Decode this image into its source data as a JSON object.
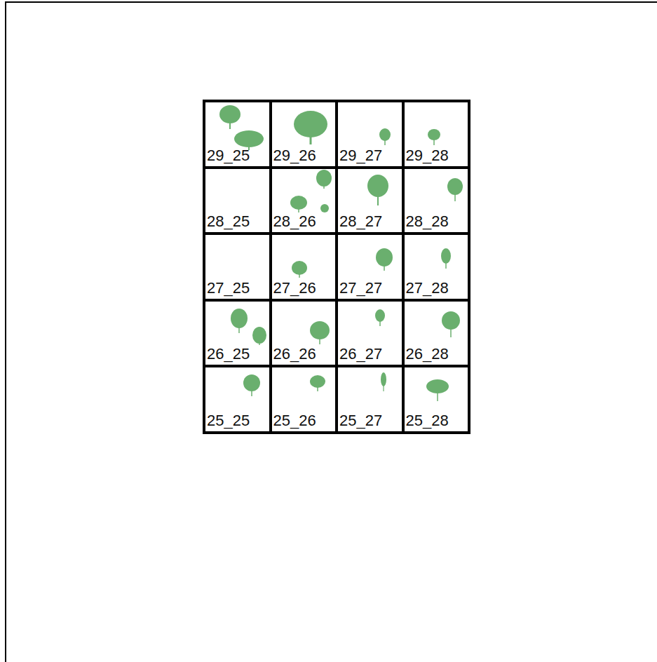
{
  "diagram": {
    "nodes": [
      {
        "text": [
          "29_25"
        ]
      },
      {
        "text": [
          "29_26"
        ]
      },
      {
        "text": [
          "29_27"
        ]
      },
      {
        "text": [
          "29_28"
        ]
      },
      {
        "text": [
          "28_25"
        ]
      },
      {
        "text": [
          "28_26"
        ]
      },
      {
        "text": [
          "28_27"
        ]
      },
      {
        "text": [
          "28_28"
        ]
      },
      {
        "text": [
          "27_25"
        ]
      },
      {
        "text": [
          "27_26"
        ]
      },
      {
        "text": [
          "27_27"
        ]
      },
      {
        "text": [
          "27_28"
        ]
      },
      {
        "text": [
          "26_25"
        ]
      },
      {
        "text": [
          "26_26"
        ]
      },
      {
        "text": [
          "26_27"
        ]
      },
      {
        "text": [
          "26_28"
        ]
      },
      {
        "text": [
          "25_25"
        ]
      },
      {
        "text": [
          "25_26"
        ]
      },
      {
        "text": [
          "25_27"
        ]
      },
      {
        "text": [
          "25_28"
        ]
      }
    ]
  }
}
